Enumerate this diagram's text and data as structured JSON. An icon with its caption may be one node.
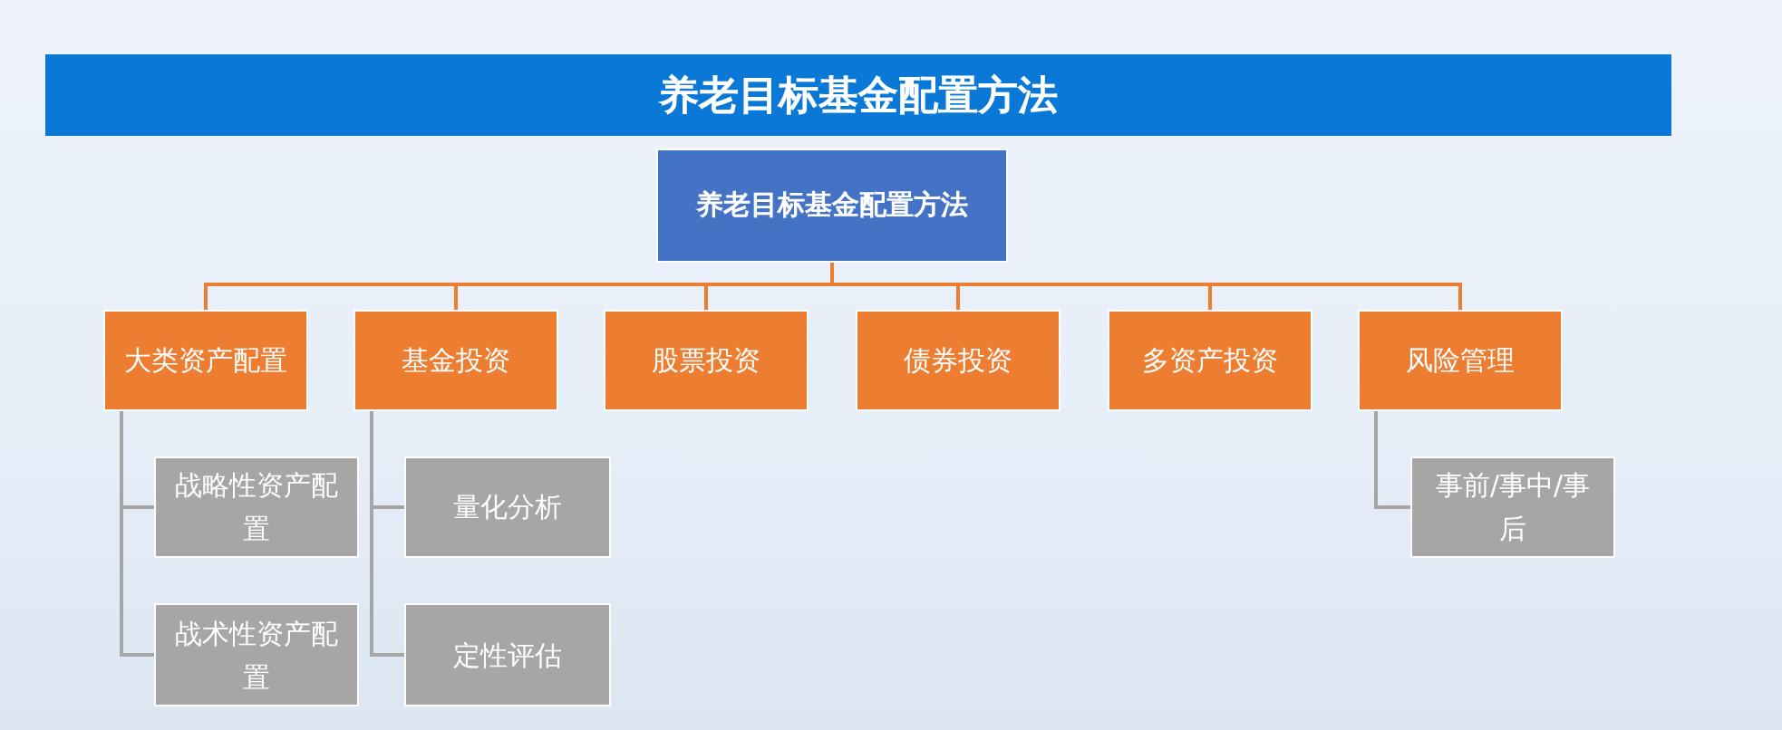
{
  "diagram": {
    "title": "养老目标基金配置方法",
    "nodes": [
      {
        "text": [
          "养老目标基金配置方法"
        ]
      },
      {
        "text": [
          "大类资产配置"
        ]
      },
      {
        "text": [
          "基金投资"
        ]
      },
      {
        "text": [
          "股票投资"
        ]
      },
      {
        "text": [
          "债券投资"
        ]
      },
      {
        "text": [
          "多资产投资"
        ]
      },
      {
        "text": [
          "风险管理"
        ]
      },
      {
        "text": [
          "战略性资产配置"
        ]
      },
      {
        "text": [
          "战术性资产配置"
        ]
      },
      {
        "text": [
          "量化分析"
        ]
      },
      {
        "text": [
          "定性评估"
        ]
      },
      {
        "text": [
          "事前/事中/事后"
        ]
      }
    ],
    "edges": [
      {
        "from": 0,
        "to": 1,
        "arrow": "none"
      },
      {
        "from": 0,
        "to": 2,
        "arrow": "none"
      },
      {
        "from": 0,
        "to": 3,
        "arrow": "none"
      },
      {
        "from": 0,
        "to": 4,
        "arrow": "none"
      },
      {
        "from": 0,
        "to": 5,
        "arrow": "none"
      },
      {
        "from": 0,
        "to": 6,
        "arrow": "none"
      },
      {
        "from": 1,
        "to": 7,
        "arrow": "none",
        "color": "#a6a6a6"
      },
      {
        "from": 1,
        "to": 8,
        "arrow": "none",
        "color": "#a6a6a6"
      },
      {
        "from": 2,
        "to": 9,
        "arrow": "none",
        "color": "#a6a6a6"
      },
      {
        "from": 2,
        "to": 10,
        "arrow": "none",
        "color": "#a6a6a6"
      },
      {
        "from": 6,
        "to": 11,
        "arrow": "none",
        "color": "#a6a6a6"
      }
    ]
  }
}
